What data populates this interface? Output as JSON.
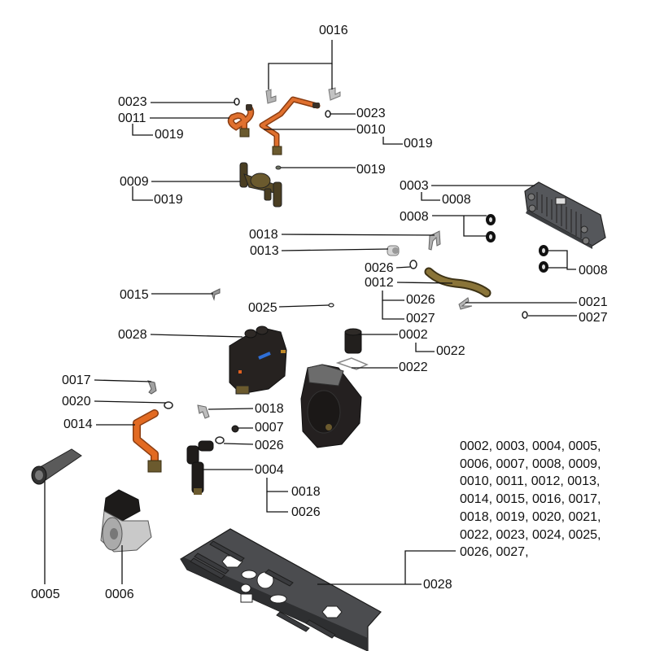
{
  "diagram": {
    "type": "exploded-parts-diagram",
    "callouts": [
      {
        "id": "c0016",
        "text": "0016"
      },
      {
        "id": "c0023a",
        "text": "0023"
      },
      {
        "id": "c0011",
        "text": "0011"
      },
      {
        "id": "c0019a",
        "text": "0019"
      },
      {
        "id": "c0023b",
        "text": "0023"
      },
      {
        "id": "c0010",
        "text": "0010"
      },
      {
        "id": "c0019b",
        "text": "0019"
      },
      {
        "id": "c0019c",
        "text": "0019"
      },
      {
        "id": "c0009",
        "text": "0009"
      },
      {
        "id": "c0019d",
        "text": "0019"
      },
      {
        "id": "c0003",
        "text": "0003"
      },
      {
        "id": "c0008a",
        "text": "0008"
      },
      {
        "id": "c0008b",
        "text": "0008"
      },
      {
        "id": "c0018a",
        "text": "0018"
      },
      {
        "id": "c0013",
        "text": "0013"
      },
      {
        "id": "c0026a",
        "text": "0026"
      },
      {
        "id": "c0012",
        "text": "0012"
      },
      {
        "id": "c0008c",
        "text": "0008"
      },
      {
        "id": "c0015",
        "text": "0015"
      },
      {
        "id": "c0026b",
        "text": "0026"
      },
      {
        "id": "c0021",
        "text": "0021"
      },
      {
        "id": "c0025",
        "text": "0025"
      },
      {
        "id": "c0027a",
        "text": "0027"
      },
      {
        "id": "c0027b",
        "text": "0027"
      },
      {
        "id": "c0028a",
        "text": "0028"
      },
      {
        "id": "c0002",
        "text": "0002"
      },
      {
        "id": "c0022a",
        "text": "0022"
      },
      {
        "id": "c0022b",
        "text": "0022"
      },
      {
        "id": "c0017",
        "text": "0017"
      },
      {
        "id": "c0020",
        "text": "0020"
      },
      {
        "id": "c0018b",
        "text": "0018"
      },
      {
        "id": "c0014",
        "text": "0014"
      },
      {
        "id": "c0007",
        "text": "0007"
      },
      {
        "id": "c0026c",
        "text": "0026"
      },
      {
        "id": "c0004",
        "text": "0004"
      },
      {
        "id": "c0018c",
        "text": "0018"
      },
      {
        "id": "c0026d",
        "text": "0026"
      },
      {
        "id": "c0005",
        "text": "0005"
      },
      {
        "id": "c0006",
        "text": "0006"
      },
      {
        "id": "c0028b",
        "text": "0028"
      }
    ],
    "kit_note": {
      "lines": [
        "0002, 0003, 0004, 0005,",
        "0006, 0007, 0008, 0009,",
        "0010, 0011, 0012, 0013,",
        "0014, 0015, 0016, 0017,",
        "0018, 0019, 0020, 0021,",
        "0022, 0023, 0024, 0025,",
        "0026, 0027,"
      ]
    },
    "parts": [
      {
        "name": "bracket-clip-left"
      },
      {
        "name": "bracket-clip-right"
      },
      {
        "name": "copper-pipe-0011"
      },
      {
        "name": "copper-pipe-0010"
      },
      {
        "name": "brass-valve-0009"
      },
      {
        "name": "plate-heat-exchanger-0003"
      },
      {
        "name": "seal-rings"
      },
      {
        "name": "brass-pipe-0012"
      },
      {
        "name": "hydraulic-block-0028"
      },
      {
        "name": "cartridge-0002"
      },
      {
        "name": "pump-housing"
      },
      {
        "name": "copper-pipe-0014"
      },
      {
        "name": "fill-valve-0004"
      },
      {
        "name": "sensor-0005"
      },
      {
        "name": "pump-motor-0006"
      },
      {
        "name": "base-plate-0028"
      }
    ],
    "colors": {
      "copper": "#d8662a",
      "brass": "#6b5a2e",
      "dark_plastic": "#2a2624",
      "steel": "#4a4a4c",
      "clip_grey": "#a9a9a9",
      "blue_clip": "#2f6fd6"
    }
  }
}
